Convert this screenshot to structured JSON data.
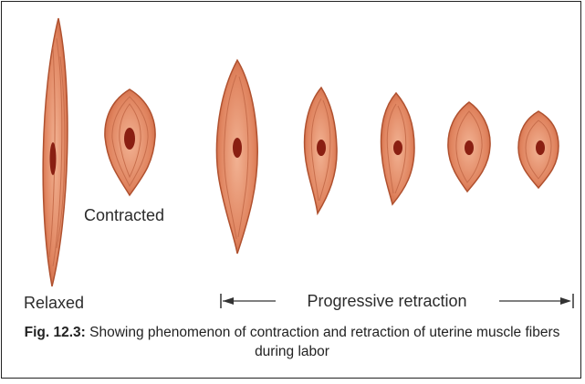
{
  "labels": {
    "relaxed": "Relaxed",
    "contracted": "Contracted",
    "progressive": "Progressive retraction"
  },
  "caption": {
    "prefix": "Fig. 12.3:",
    "text": " Showing phenomenon of contraction and retraction of uterine muscle fibers during labor"
  },
  "colors": {
    "fiber_fill": "#e28b68",
    "fiber_stroke": "#b0512f",
    "fiber_lines": "#c86e4c",
    "nucleus": "#8a1f12"
  },
  "fibers": [
    {
      "name": "relaxed-fiber"
    },
    {
      "name": "contracted-fiber"
    },
    {
      "name": "retraction-fiber-1"
    },
    {
      "name": "retraction-fiber-2"
    },
    {
      "name": "retraction-fiber-3"
    },
    {
      "name": "retraction-fiber-4"
    },
    {
      "name": "retraction-fiber-5"
    }
  ]
}
